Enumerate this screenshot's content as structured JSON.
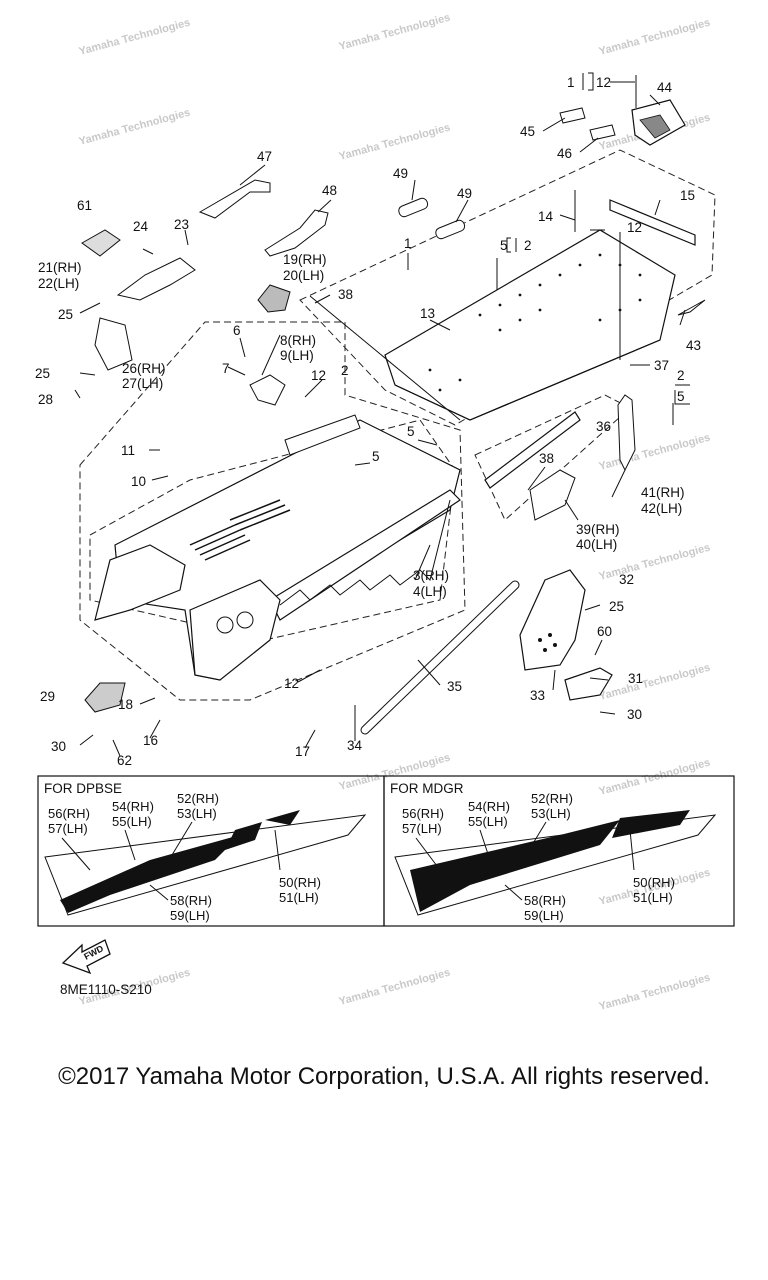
{
  "labels": {
    "l1": "1",
    "l12a": "12",
    "l44": "44",
    "l45": "45",
    "l46": "46",
    "l47": "47",
    "l48": "48",
    "l49a": "49",
    "l49b": "49",
    "l61": "61",
    "l24": "24",
    "l23": "23",
    "l19": "19(RH)",
    "l20": "20(LH)",
    "l21": "21(RH)",
    "l22": "22(LH)",
    "l38a": "38",
    "l1b": "1",
    "l15": "15",
    "l14": "14",
    "l12b": "12",
    "l5a": "5",
    "l2a": "2",
    "l25a": "25",
    "l13": "13",
    "l43": "43",
    "l6": "6",
    "l8": "8(RH)",
    "l9": "9(LH)",
    "l26": "26(RH)",
    "l27": "27(LH)",
    "l25b": "25",
    "l7": "7",
    "l12c": "12",
    "l37": "37",
    "l28": "28",
    "l2b": "2",
    "l2c": "2",
    "l5b": "5",
    "l11": "11",
    "l5c": "5",
    "l5d": "5",
    "l36": "36",
    "l10": "10",
    "l38b": "38",
    "l41": "41(RH)",
    "l42": "42(LH)",
    "l39": "39(RH)",
    "l40": "40(LH)",
    "l3": "3(RH)",
    "l4": "4(LH)",
    "l32": "32",
    "l25c": "25",
    "l60": "60",
    "l12d": "12",
    "l31": "31",
    "l35": "35",
    "l29": "29",
    "l18": "18",
    "l33": "33",
    "l30a": "30",
    "l30b": "30",
    "l16": "16",
    "l34": "34",
    "l17": "17",
    "l62": "62"
  },
  "boxes": {
    "left": {
      "title": "FOR DPBSE",
      "l56": "56(RH)",
      "l57": "57(LH)",
      "l54": "54(RH)",
      "l55": "55(LH)",
      "l52": "52(RH)",
      "l53": "53(LH)",
      "l50": "50(RH)",
      "l51": "51(LH)",
      "l58": "58(RH)",
      "l59": "59(LH)"
    },
    "right": {
      "title": "FOR MDGR",
      "l56": "56(RH)",
      "l57": "57(LH)",
      "l54": "54(RH)",
      "l55": "55(LH)",
      "l52": "52(RH)",
      "l53": "53(LH)",
      "l50": "50(RH)",
      "l51": "51(LH)",
      "l58": "58(RH)",
      "l59": "59(LH)"
    }
  },
  "fwd_label": "FWD",
  "part_code": "8ME1110-S210",
  "copyright": "©2017 Yamaha Motor Corporation, U.S.A. All rights reserved.",
  "watermark": "Yamaha Technologies"
}
